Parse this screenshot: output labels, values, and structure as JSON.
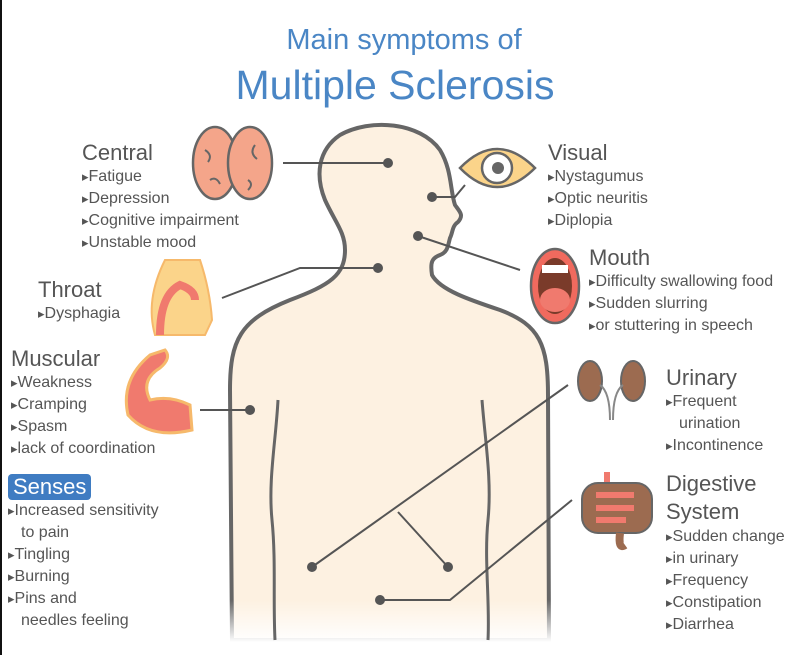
{
  "title": {
    "line1": "Main symptoms of",
    "line2": "Multiple Sclerosis"
  },
  "colors": {
    "title": "#4a86c5",
    "skin": "#fdf1e1",
    "outline": "#666666",
    "senses_badge": "#3f7cc2"
  },
  "sections": {
    "central": {
      "heading": "Central",
      "items": [
        "Fatigue",
        "Depression",
        "Cognitive impairment",
        "Unstable mood"
      ],
      "icon": "brain-icon"
    },
    "throat": {
      "heading": "Throat",
      "items": [
        "Dysphagia"
      ],
      "icon": "throat-icon"
    },
    "muscular": {
      "heading": "Muscular",
      "items": [
        "Weakness",
        "Cramping",
        "Spasm",
        "lack of coordination"
      ],
      "icon": "bicep-icon"
    },
    "senses": {
      "heading": "Senses",
      "items": [
        "Increased sensitivity",
        "to pain",
        "Tingling",
        "Burning",
        "Pins and",
        "needles feeling"
      ]
    },
    "visual": {
      "heading": "Visual",
      "items": [
        "Nystagumus",
        "Optic neuritis",
        "Diplopia"
      ],
      "icon": "eye-icon"
    },
    "mouth": {
      "heading": "Mouth",
      "items": [
        "Difficulty swallowing food",
        "Sudden slurring",
        "or stuttering in speech"
      ],
      "icon": "mouth-icon"
    },
    "urinary": {
      "heading": "Urinary",
      "items": [
        "Frequent",
        "urination",
        "Incontinence"
      ],
      "icon": "kidneys-icon"
    },
    "digestive": {
      "heading": "Digestive",
      "heading2": "System",
      "items": [
        "Sudden change",
        "in urinary",
        "Frequency",
        "Constipation",
        "Diarrhea"
      ],
      "icon": "intestines-icon"
    }
  }
}
